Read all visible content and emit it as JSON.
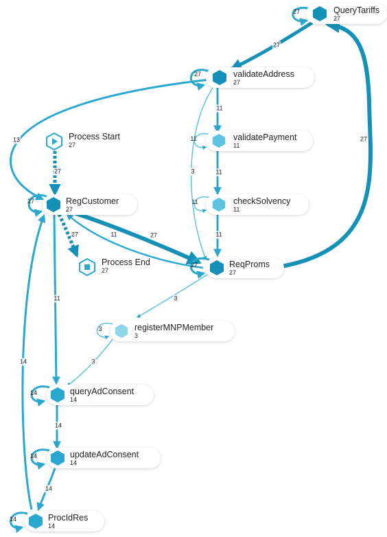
{
  "nodes": {
    "query_tariffs": {
      "name": "QueryTariffs",
      "count": "27",
      "self_loop": "27"
    },
    "validate_address": {
      "name": "validateAddress",
      "count": "27",
      "self_loop": "27"
    },
    "process_start": {
      "name": "Process Start",
      "count": "27"
    },
    "validate_payment": {
      "name": "validatePayment",
      "count": "11",
      "self_loop": "11"
    },
    "reg_customer": {
      "name": "RegCustomer",
      "count": "27",
      "self_loop": "27"
    },
    "check_solvency": {
      "name": "checkSolvency",
      "count": "11",
      "self_loop": "11"
    },
    "process_end": {
      "name": "Process End",
      "count": "27"
    },
    "req_proms": {
      "name": "ReqProms",
      "count": "27",
      "self_loop": "27"
    },
    "register_mnp_member": {
      "name": "registerMNPMember",
      "count": "3",
      "self_loop": "3"
    },
    "query_ad_consent": {
      "name": "queryAdConsent",
      "count": "14",
      "self_loop": "14"
    },
    "update_ad_consent": {
      "name": "updateAdConsent",
      "count": "14",
      "self_loop": "14"
    },
    "proc_id_res": {
      "name": "ProcIdRes",
      "count": "14",
      "self_loop": "14"
    }
  },
  "edges": {
    "query_tariffs_to_validate_address": "27",
    "validate_address_to_reg_customer": "13",
    "validate_address_to_validate_payment": "11",
    "validate_address_to_req_proms": "3",
    "validate_payment_to_check_solvency": "11",
    "check_solvency_to_req_proms": "11",
    "req_proms_to_query_tariffs": "27",
    "process_start_to_reg_customer": "27",
    "reg_customer_to_process_end": "27",
    "reg_customer_to_req_proms": "27",
    "req_proms_to_reg_customer": "11",
    "reg_customer_to_query_ad_consent": "11",
    "req_proms_to_register_mnp_member": "3",
    "register_mnp_member_to_query_ad_consent": "3",
    "query_ad_consent_to_update_ad_consent": "14",
    "update_ad_consent_to_proc_id_res": "14",
    "proc_id_res_to_reg_customer": "14"
  },
  "colors": {
    "dark": "#1591b8",
    "mid": "#2aa8d0",
    "light": "#5cc3e0",
    "pale": "#8fd6ea",
    "arrow": "#2ca6cc"
  }
}
